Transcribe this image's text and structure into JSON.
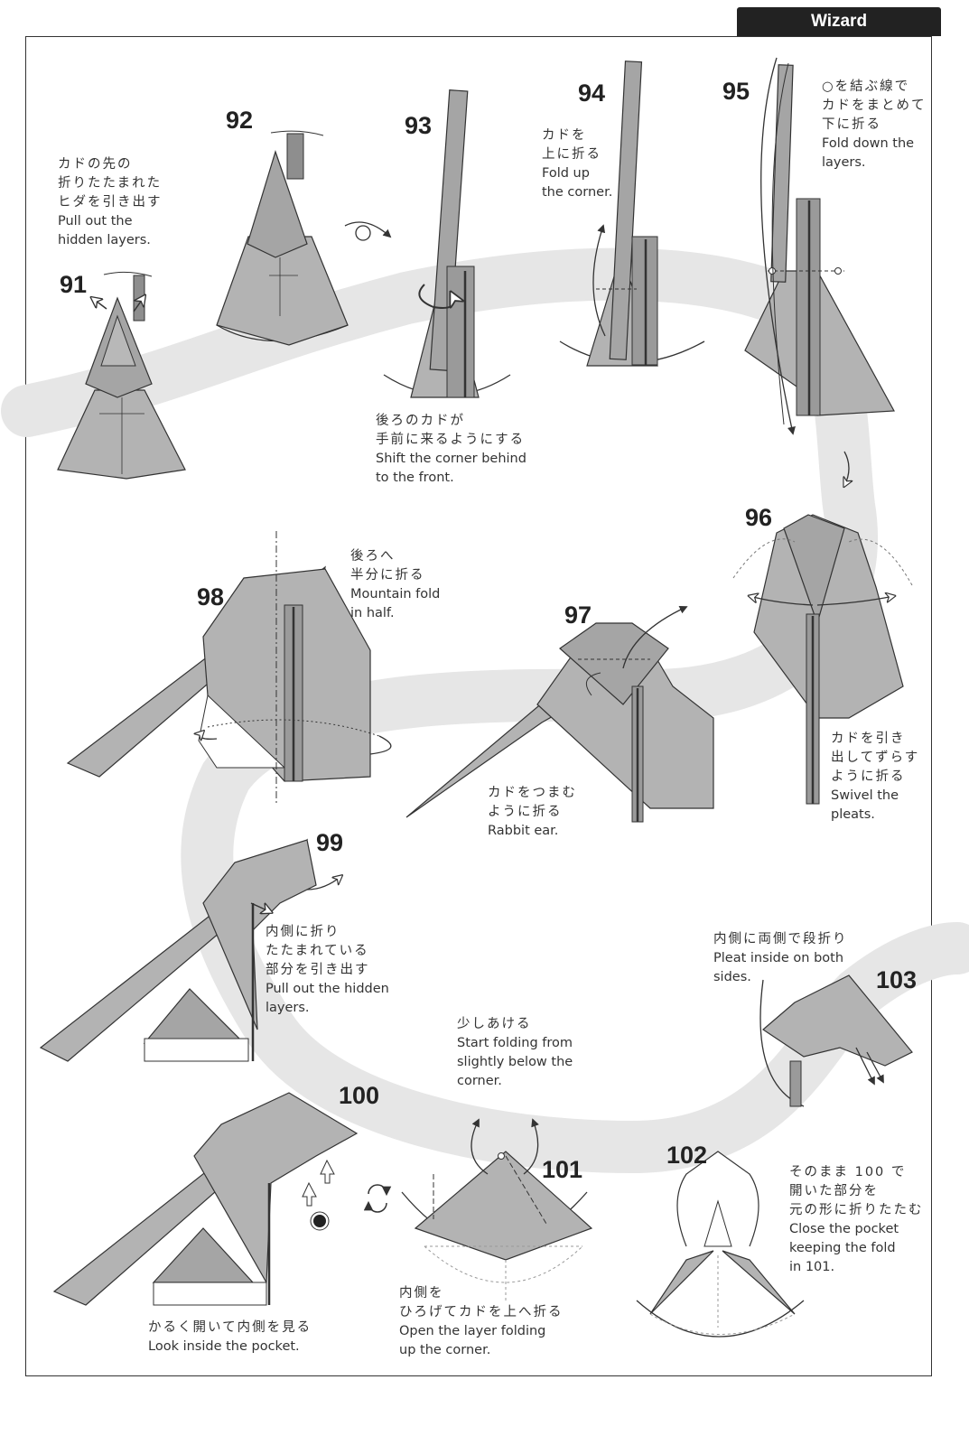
{
  "header": {
    "title": "Wizard"
  },
  "steps": {
    "s91": {
      "number": "91"
    },
    "s92": {
      "number": "92"
    },
    "s93": {
      "number": "93"
    },
    "s94": {
      "number": "94"
    },
    "s95": {
      "number": "95"
    },
    "s96": {
      "number": "96"
    },
    "s97": {
      "number": "97"
    },
    "s98": {
      "number": "98"
    },
    "s99": {
      "number": "99"
    },
    "s100": {
      "number": "100"
    },
    "s101": {
      "number": "101"
    },
    "s102": {
      "number": "102"
    },
    "s103": {
      "number": "103"
    }
  },
  "captions": {
    "c91": {
      "jp": [
        "カドの先の",
        "折りたたまれた",
        "ヒダを引き出す"
      ],
      "en": [
        "Pull out the",
        "hidden layers."
      ]
    },
    "c93": {
      "jp": [
        "後ろのカドが",
        "手前に来るようにする"
      ],
      "en": [
        "Shift the corner behind",
        "to the front."
      ]
    },
    "c94": {
      "jp": [
        "カドを",
        "上に折る"
      ],
      "en": [
        "Fold up",
        "the corner."
      ]
    },
    "c95": {
      "jp": [
        "○を結ぶ線で",
        "カドをまとめて",
        "下に折る"
      ],
      "en": [
        "Fold down the",
        "layers."
      ]
    },
    "c96": {
      "jp": [
        "カドを引き",
        "出してずらす",
        "ように折る"
      ],
      "en": [
        "Swivel the",
        "pleats."
      ]
    },
    "c97": {
      "jp": [
        "カドをつまむ",
        "ように折る"
      ],
      "en": [
        "Rabbit ear."
      ]
    },
    "c98": {
      "jp": [
        "後ろへ",
        "半分に折る"
      ],
      "en": [
        "Mountain fold",
        "in half."
      ]
    },
    "c99": {
      "jp": [
        "内側に折り",
        "たたまれている",
        "部分を引き出す"
      ],
      "en": [
        "Pull out the hidden",
        "layers."
      ]
    },
    "c100": {
      "jp": [
        "かるく開いて内側を見る"
      ],
      "en": [
        "Look inside the pocket."
      ]
    },
    "c101a": {
      "jp": [
        "少しあける"
      ],
      "en": [
        "Start folding from",
        "slightly below the",
        "corner."
      ]
    },
    "c101b": {
      "jp": [
        "内側を",
        "ひろげてカドを上へ折る"
      ],
      "en": [
        "Open the layer folding",
        "up the corner."
      ]
    },
    "c102": {
      "jp": [
        "そのまま 100 で",
        "開いた部分を",
        "元の形に折りたたむ"
      ],
      "en": [
        "Close the pocket",
        "keeping the fold",
        "in 101."
      ]
    },
    "c103": {
      "jp": [
        "内側に両側で段折り"
      ],
      "en": [
        "Pleat inside on both",
        "sides."
      ]
    }
  },
  "colors": {
    "paper": "#b3b3b3",
    "paper_dark": "#8e8e8e",
    "line": "#333333",
    "path_band": "#e6e6e6",
    "tab": "#222222"
  }
}
